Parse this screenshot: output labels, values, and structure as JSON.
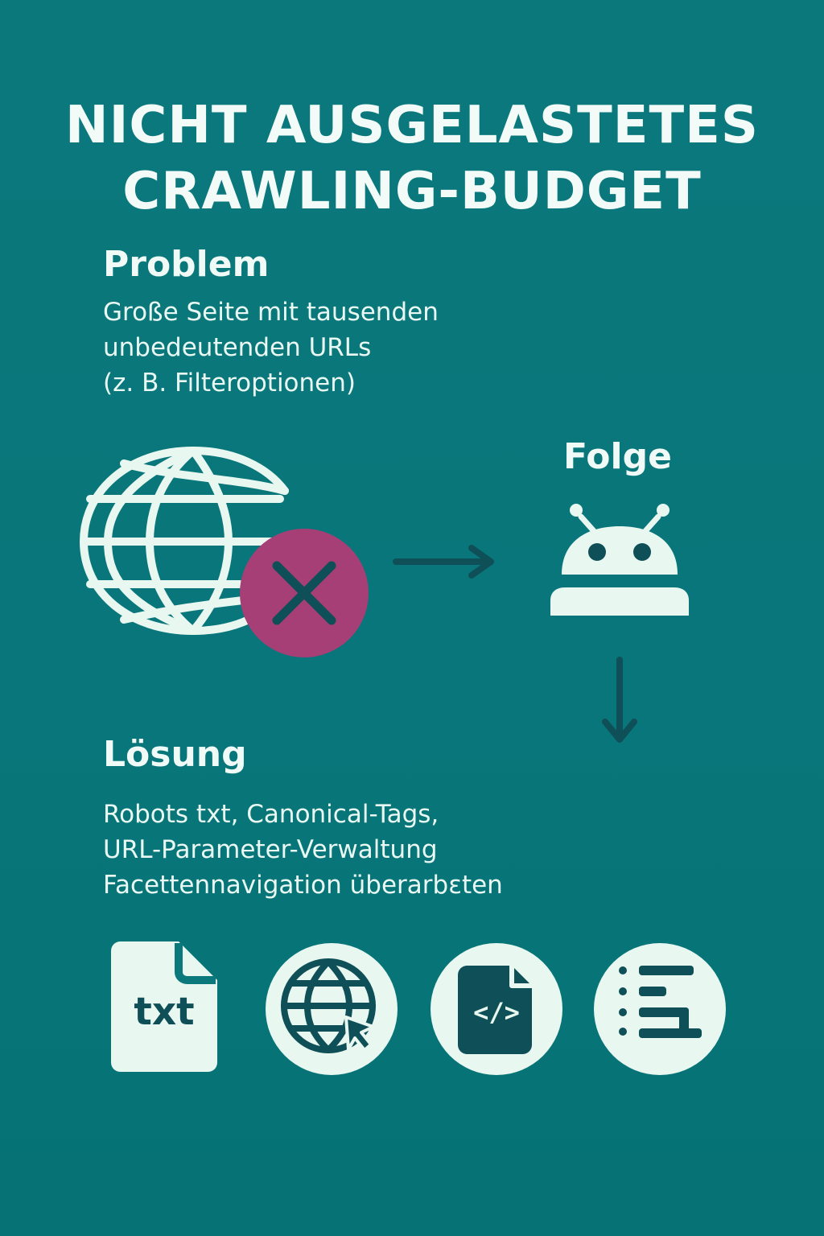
{
  "title": {
    "line1": "NICHT AUSGELASTETES",
    "line2": "CRAWLING-BUDGET"
  },
  "problem": {
    "heading": "Problem",
    "lines": [
      "Große Seite mit tausenden",
      "unbedeutenden URLs",
      "(z. B. Filteroptionen)"
    ],
    "icons": [
      "globe-icon",
      "error-x-icon"
    ]
  },
  "folge": {
    "heading": "Folge",
    "icon": "robot-icon"
  },
  "loesung": {
    "heading": "Lösung",
    "lines": [
      "Robots txt, Canonical-Tags,",
      "URL-Parameter-Verwaltung",
      "Facettennavigation überarbεten"
    ],
    "icons": [
      {
        "name": "txt-file-icon",
        "label": "txt"
      },
      {
        "name": "globe-cursor-icon"
      },
      {
        "name": "code-file-icon",
        "label": "</>"
      },
      {
        "name": "facet-navigation-icon"
      }
    ]
  },
  "colors": {
    "background": "#0b787c",
    "foreground": "#e8f7f0",
    "dark_teal": "#0f4f57",
    "accent_magenta": "#a63f75"
  }
}
